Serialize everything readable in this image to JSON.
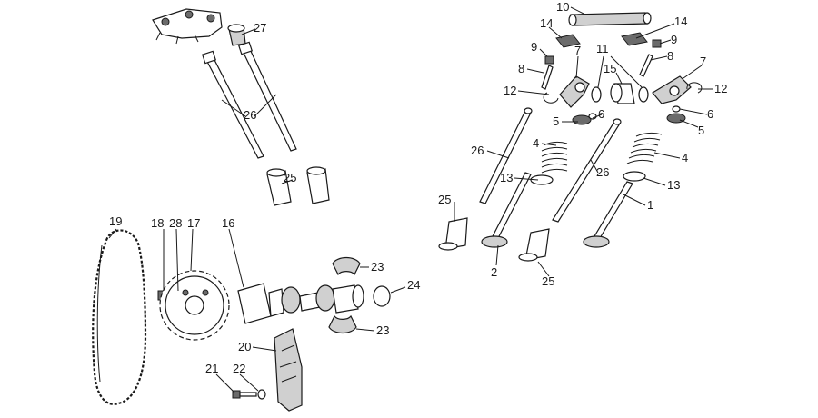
{
  "callouts": {
    "c1": "1",
    "c2": "2",
    "c4a": "4",
    "c4b": "4",
    "c5a": "5",
    "c5b": "5",
    "c6a": "6",
    "c6b": "6",
    "c7a": "7",
    "c7b": "7",
    "c8a": "8",
    "c8b": "8",
    "c9a": "9",
    "c9b": "9",
    "c10": "10",
    "c11": "11",
    "c12a": "12",
    "c12b": "12",
    "c13a": "13",
    "c13b": "13",
    "c14a": "14",
    "c14b": "14",
    "c15": "15",
    "c16": "16",
    "c17": "17",
    "c18": "18",
    "c19": "19",
    "c20": "20",
    "c21": "21",
    "c22": "22",
    "c23a": "23",
    "c23b": "23",
    "c24": "24",
    "c25a": "25",
    "c25b": "25",
    "c25c": "25",
    "c26a": "26",
    "c26b": "26",
    "c26c": "26",
    "c27": "27",
    "c28": "28"
  }
}
